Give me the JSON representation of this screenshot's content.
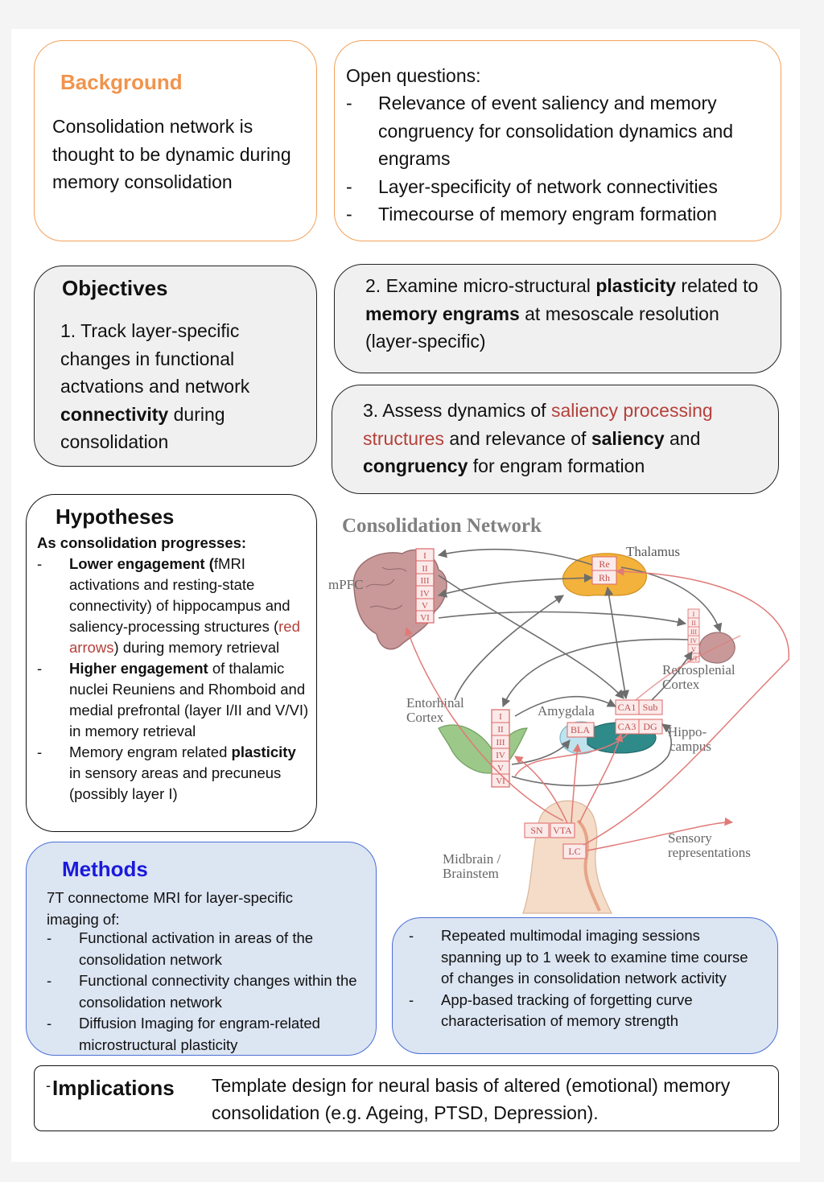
{
  "background": {
    "title": "Background",
    "text": "Consolidation network is thought to be dynamic during memory consolidation"
  },
  "open_questions": {
    "title": "Open questions:",
    "items": [
      "Relevance of event saliency and memory congruency for consolidation dynamics and engrams",
      "Layer-specificity of network connectivities",
      "Timecourse of memory engram formation"
    ]
  },
  "objectives": {
    "title": "Objectives",
    "obj1": {
      "pre": "1. Track layer-specific changes in functional actvations and network ",
      "bold": "connectivity",
      "post": " during consolidation"
    },
    "obj2": {
      "pre": "2. Examine micro-structural ",
      "bold1": "plasticity",
      "mid": " related to ",
      "bold2": "memory engrams",
      "post": " at mesoscale resolution (layer-specific)"
    },
    "obj3": {
      "pre": "3. Assess dynamics of ",
      "red": "saliency processing structures",
      "mid": " and relevance of ",
      "bold1": "saliency",
      "and": " and ",
      "bold2": "congruency",
      "post": " for engram formation"
    }
  },
  "hypotheses": {
    "title": "Hypotheses",
    "subtitle": "As consolidation progresses:",
    "h1": {
      "bold": "Lower engagement (",
      "text1": "fMRI activations and resting-state connectivity) of hippocampus and saliency-processing structures (",
      "red": "red arrows",
      "text2": ") during memory retrieval"
    },
    "h2": {
      "bold": "Higher engagement",
      "text": " of thalamic nuclei Reuniens and Rhomboid and medial prefrontal (layer I/II and V/VI) in memory retrieval"
    },
    "h3": {
      "text1": "Memory engram related ",
      "bold": "plasticity",
      "text2": " in sensory areas and precuneus (possibly layer I)"
    }
  },
  "diagram": {
    "title": "Consolidation Network",
    "labels": {
      "mpfc": "mPFC",
      "thalamus": "Thalamus",
      "retro1": "Retrosplenial",
      "retro2": "Cortex",
      "ento1": "Entorhinal",
      "ento2": "Cortex",
      "amygdala": "Amygdala",
      "hippo1": "Hippo-",
      "hippo2": "campus",
      "sensory1": "Sensory",
      "sensory2": "representations",
      "mid1": "Midbrain /",
      "mid2": "Brainstem"
    },
    "layers": [
      "I",
      "II",
      "III",
      "IV",
      "V",
      "VI"
    ],
    "nuclei": {
      "re": "Re",
      "rh": "Rh",
      "ca1": "CA1",
      "sub": "Sub",
      "ca3": "CA3",
      "dg": "DG",
      "bla": "BLA",
      "sn": "SN",
      "vta": "VTA",
      "lc": "LC"
    }
  },
  "methods": {
    "title": "Methods",
    "intro": "7T connectome MRI for layer-specific imaging of:",
    "items": [
      "Functional activation in areas of the consolidation network",
      "Functional connectivity changes within the consolidation network",
      "Diffusion Imaging for engram-related microstructural plasticity"
    ],
    "items2": [
      "Repeated multimodal imaging sessions spanning up to 1 week to examine time course of changes in consolidation network activity",
      "App-based tracking of forgetting curve characterisation of memory strength"
    ]
  },
  "implications": {
    "title": "Implications",
    "dash": "-",
    "text": "Template design for neural basis of altered (emotional) memory consolidation (e.g. Ageing, PTSD, Depression)."
  },
  "colors": {
    "orange_accent": "#f0944d",
    "blue_title": "#1a1adb",
    "red_text": "#b5403a",
    "diagram_title": "#808080",
    "arrow_gray": "#6d6d6d",
    "arrow_red": "#e07a78"
  }
}
